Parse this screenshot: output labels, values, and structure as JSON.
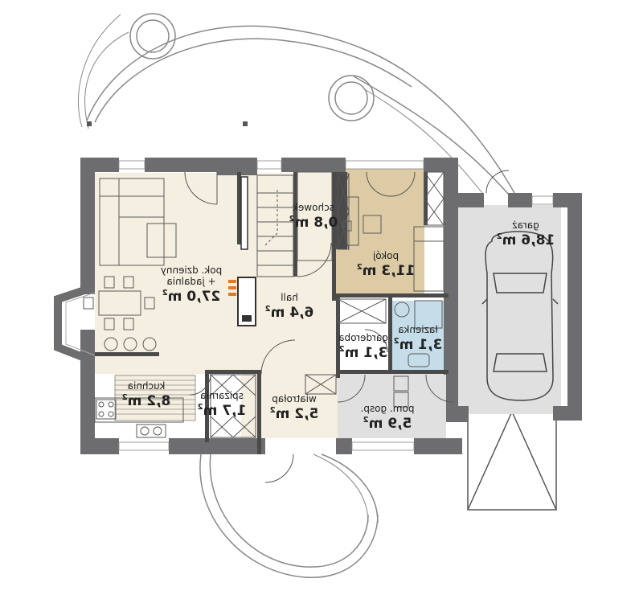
{
  "colors": {
    "wall": "#6d6d70",
    "outline": "#4a4a4a",
    "floor_hall": "#f4efe0",
    "floor_room": "#dccba4",
    "floor_bath": "#c4dde9",
    "floor_tech": "#e0e0e0",
    "furniture": "#5a5a5a",
    "garden": "#888888"
  },
  "rooms": [
    {
      "id": "salon",
      "name_lines": [
        "pok. dzienny",
        "+ jadalnia"
      ],
      "area": "27,0"
    },
    {
      "id": "kuchnia",
      "name_lines": [
        "kuchnia"
      ],
      "area": "8,2"
    },
    {
      "id": "spizarnia",
      "name_lines": [
        "spiżarnia"
      ],
      "area": "1,7"
    },
    {
      "id": "hall",
      "name_lines": [
        "hall"
      ],
      "area": "6,4"
    },
    {
      "id": "schowek",
      "name_lines": [
        "schowek"
      ],
      "area": "0,8"
    },
    {
      "id": "pokoj",
      "name_lines": [
        "pokój"
      ],
      "area": "11,3"
    },
    {
      "id": "garderoba",
      "name_lines": [
        "garderoba"
      ],
      "area": "3,1"
    },
    {
      "id": "lazienka",
      "name_lines": [
        "łazienka"
      ],
      "area": "3,1"
    },
    {
      "id": "wiatrolap",
      "name_lines": [
        "wiatrołap"
      ],
      "area": "5,2"
    },
    {
      "id": "pom",
      "name_lines": [
        "pom. gosp."
      ],
      "area": "5,9"
    },
    {
      "id": "garaz",
      "name_lines": [
        "garaż"
      ],
      "area": "18,6"
    }
  ],
  "area_unit": "m",
  "area_unit_sup": "2"
}
